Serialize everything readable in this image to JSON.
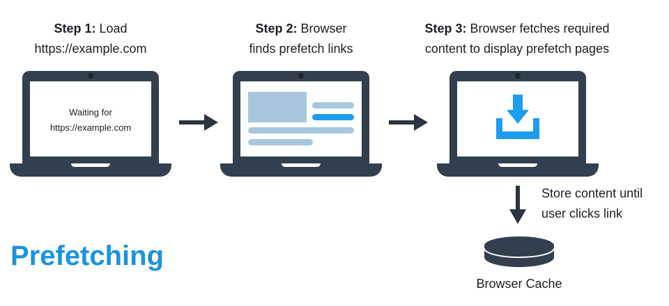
{
  "steps": [
    {
      "label": "Step 1:",
      "text_line1": "Load",
      "text_line2": "https://example.com"
    },
    {
      "label": "Step 2:",
      "text_line1": "Browser",
      "text_line2": "finds prefetch links"
    },
    {
      "label": "Step 3:",
      "text_line1": "Browser fetches required",
      "text_line2": "content to display prefetch pages"
    }
  ],
  "screen1": {
    "line1": "Waiting for",
    "line2": "https://example.com"
  },
  "store_note": {
    "line1": "Store content until",
    "line2": "user clicks link"
  },
  "cache_label": "Browser Cache",
  "title": "Prefetching",
  "colors": {
    "laptop": "#323f4f",
    "title": "#1a94de",
    "bright_blue": "#1e9cf0",
    "pale_blue": "#a8c6de",
    "arrow": "#2b3441"
  },
  "icons": [
    "laptop-icon",
    "right-arrow-icon",
    "down-arrow-icon",
    "download-icon",
    "database-icon"
  ]
}
